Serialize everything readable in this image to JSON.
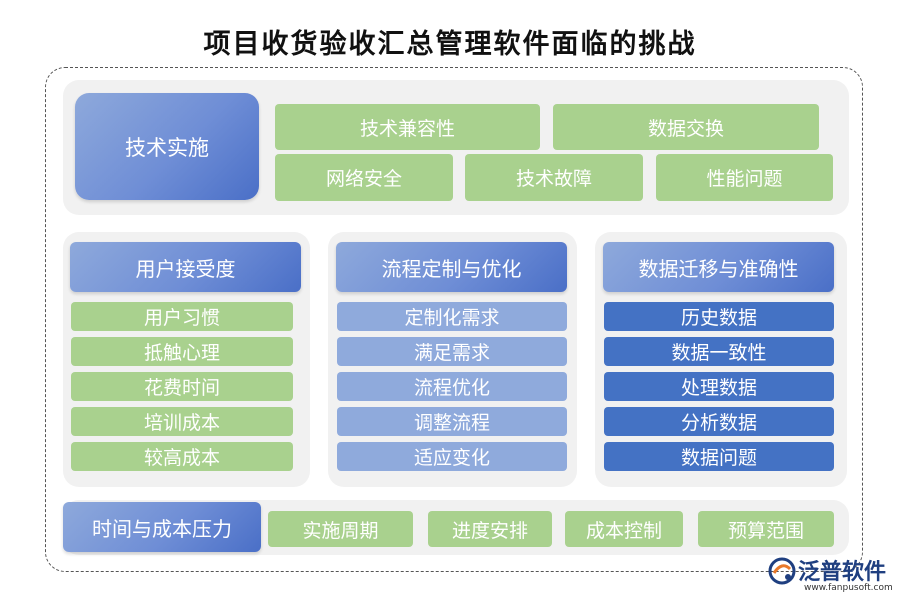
{
  "title": "项目收货验收汇总管理软件面临的挑战",
  "tech": {
    "header": "技术实施",
    "items": [
      "技术兼容性",
      "数据交换",
      "网络安全",
      "技术故障",
      "性能问题"
    ]
  },
  "user": {
    "header": "用户接受度",
    "items": [
      "用户习惯",
      "抵触心理",
      "花费时间",
      "培训成本",
      "较高成本"
    ]
  },
  "process": {
    "header": "流程定制与优化",
    "items": [
      "定制化需求",
      "满足需求",
      "流程优化",
      "调整流程",
      "适应变化"
    ]
  },
  "data": {
    "header": "数据迁移与准确性",
    "items": [
      "历史数据",
      "数据一致性",
      "处理数据",
      "分析数据",
      "数据问题"
    ]
  },
  "cost": {
    "header": "时间与成本压力",
    "items": [
      "实施周期",
      "进度安排",
      "成本控制",
      "预算范围"
    ]
  },
  "brand": {
    "name": "泛普软件",
    "url": "www.fanpusoft.com"
  },
  "colors": {
    "green": "#a9d18e",
    "light_blue": "#8faadc",
    "dark_blue": "#4472c4",
    "panel": "#f1f1f1"
  }
}
